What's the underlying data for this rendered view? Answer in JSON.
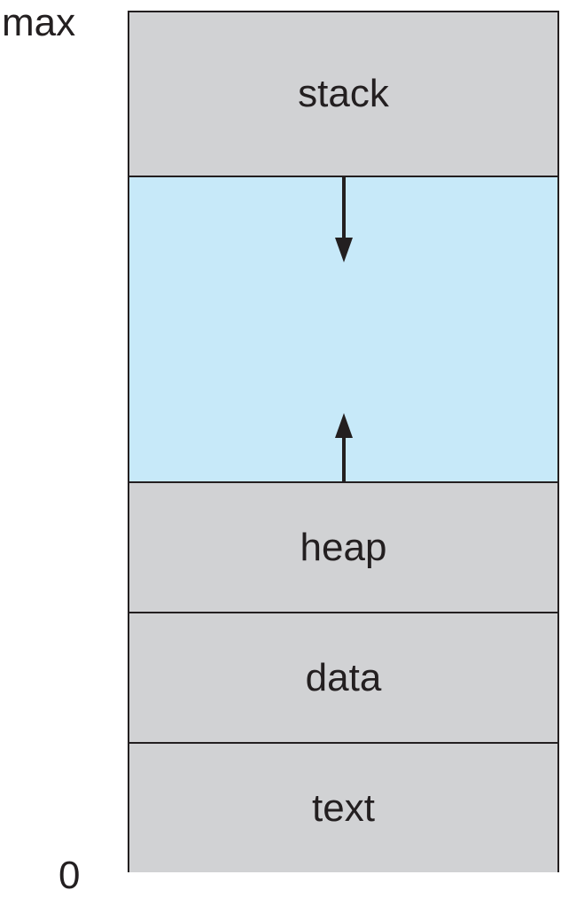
{
  "address_labels": {
    "top": "max",
    "bottom": "0"
  },
  "segments": {
    "stack": {
      "label": "stack",
      "fill": "#d1d2d4"
    },
    "free": {
      "label": "",
      "fill": "#c7e9f9"
    },
    "heap": {
      "label": "heap",
      "fill": "#d1d2d4"
    },
    "data": {
      "label": "data",
      "fill": "#d1d2d4"
    },
    "text": {
      "label": "text",
      "fill": "#d1d2d4"
    }
  },
  "arrows": {
    "stack_growth": "down",
    "heap_growth": "up"
  },
  "colors": {
    "ink": "#231f20"
  }
}
